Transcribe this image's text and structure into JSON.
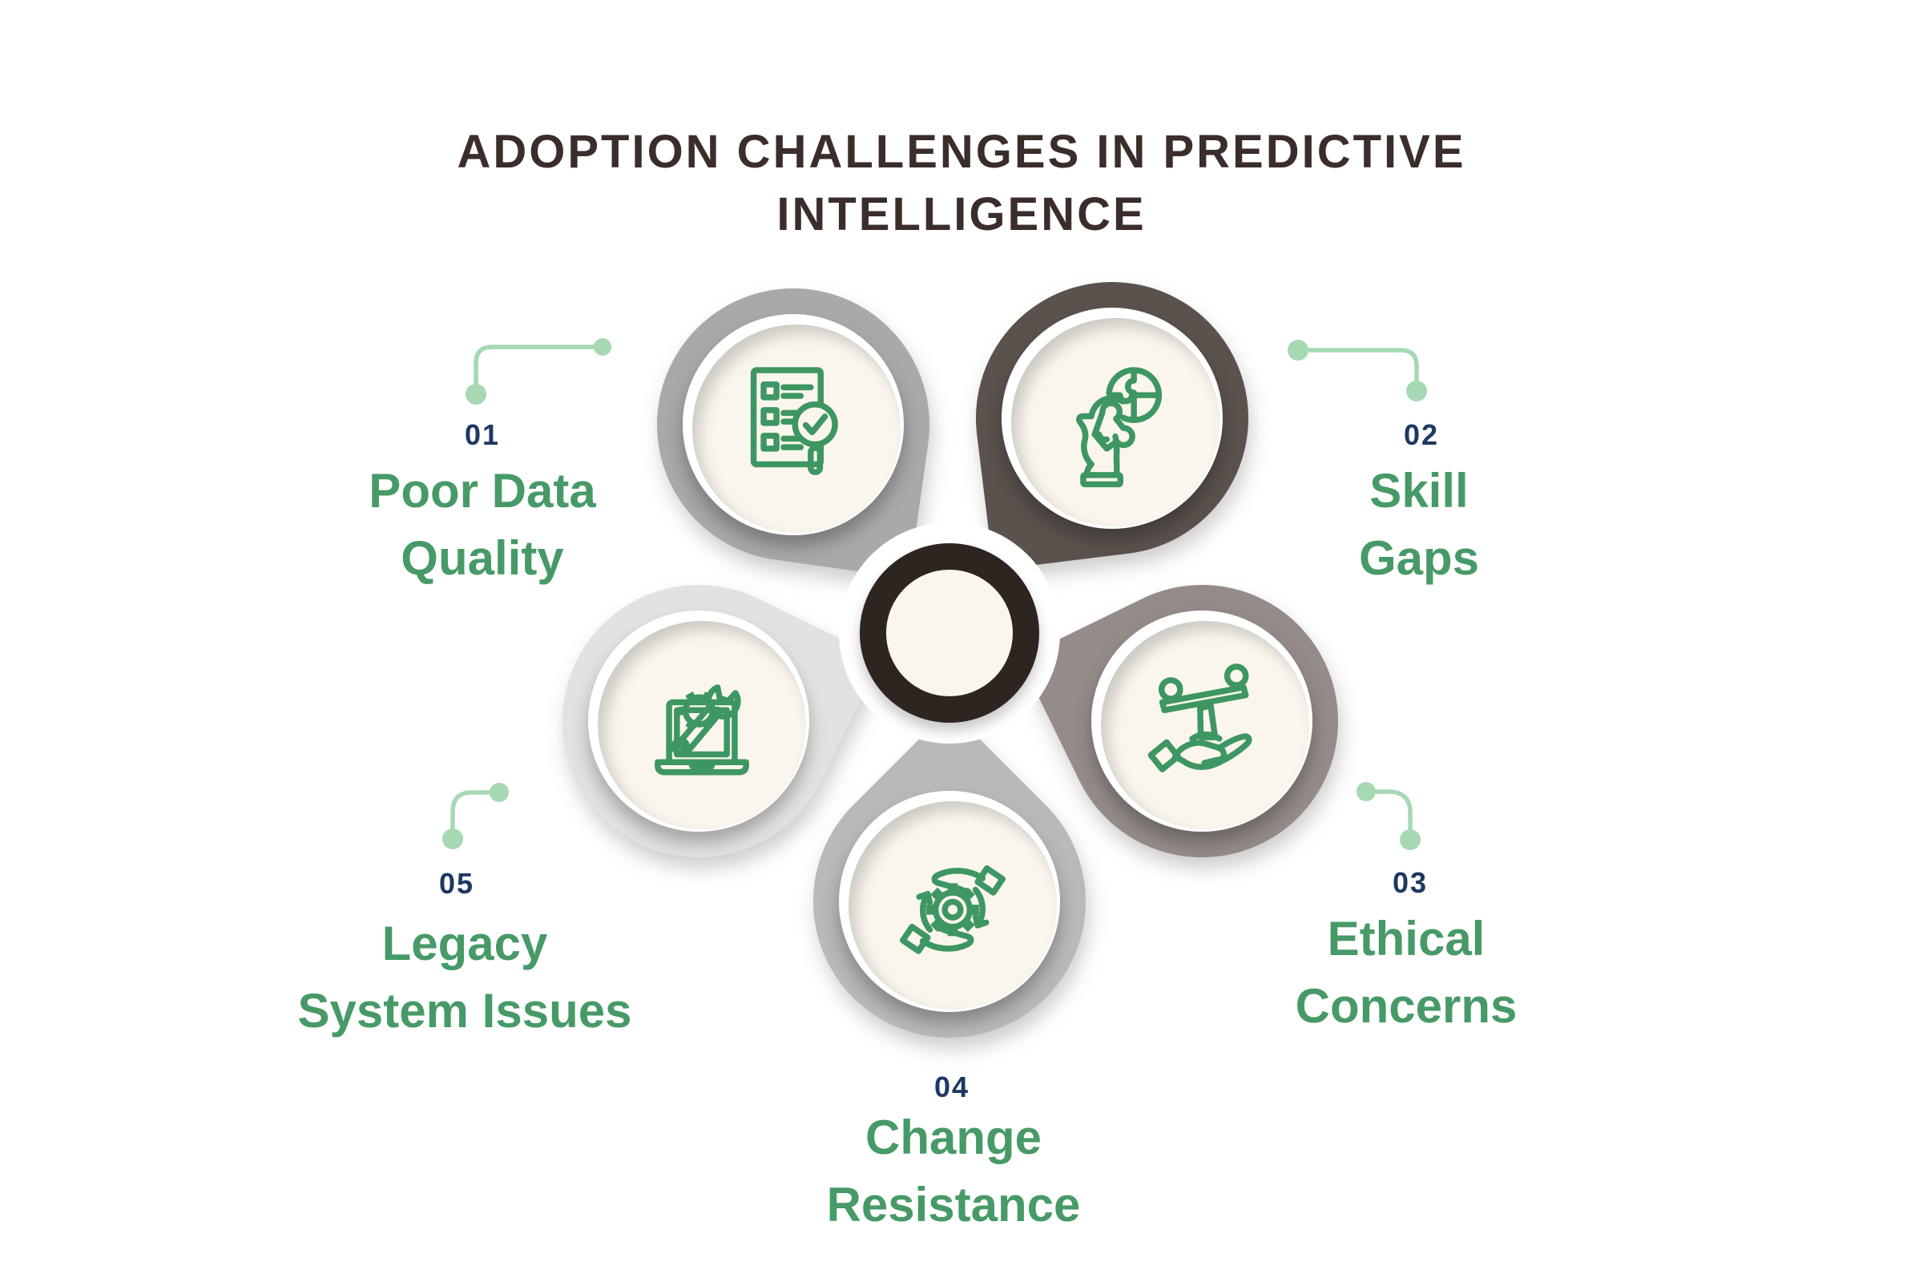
{
  "title": {
    "text": "ADOPTION CHALLENGES IN PREDICTIVE\nINTELLIGENCE"
  },
  "theme": {
    "background": "#ffffff",
    "title_color": "#3a2d2a",
    "number_color": "#1d3862",
    "label_color": "#479a68",
    "icon_color": "#3e9663",
    "connector_color": "#a6d8b4",
    "disc_fill": "#faf6ee",
    "center_ring_color": "#2e2521"
  },
  "items": [
    {
      "number": "01",
      "label": "Poor Data\nQuality",
      "icon": "checklist-search-icon",
      "ring_color": "#a9a9a9"
    },
    {
      "number": "02",
      "label": "Skill\nGaps",
      "icon": "head-puzzle-icon",
      "ring_color": "#5b524d"
    },
    {
      "number": "03",
      "label": "Ethical\nConcerns",
      "icon": "balance-hand-icon",
      "ring_color": "#958c89"
    },
    {
      "number": "04",
      "label": "Change\nResistance",
      "icon": "gear-hands-cycle-icon",
      "ring_color": "#b9b9b9"
    },
    {
      "number": "05",
      "label": "Legacy\nSystem Issues",
      "icon": "laptop-gear-wrench-icon",
      "ring_color": "#e4e2e0"
    }
  ]
}
